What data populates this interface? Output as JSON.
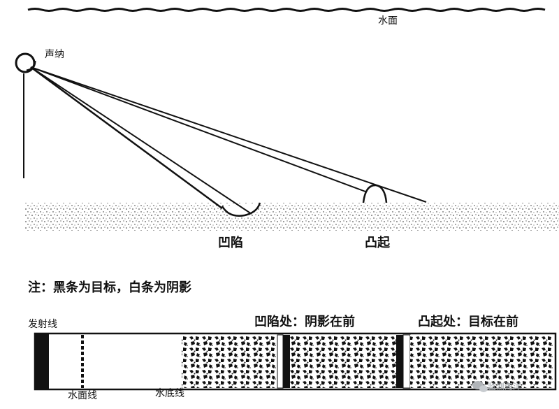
{
  "labels": {
    "water_surface": "水面",
    "sonar": "声纳",
    "depression": "凹陷",
    "protrusion": "凸起",
    "note": "注：黑条为目标，白条为阴影",
    "transmit_line": "发射线",
    "water_surface_line": "水面线",
    "seabed_line": "水底线",
    "depression_caption": "凹陷处：阴影在前",
    "protrusion_caption": "凸起处：目标在前",
    "watermark": "监测海洋"
  },
  "colors": {
    "ink": "#111111",
    "paper": "#ffffff",
    "watermark": "#9aa0a6"
  },
  "icons": {
    "watermark": "wechat-icon"
  }
}
